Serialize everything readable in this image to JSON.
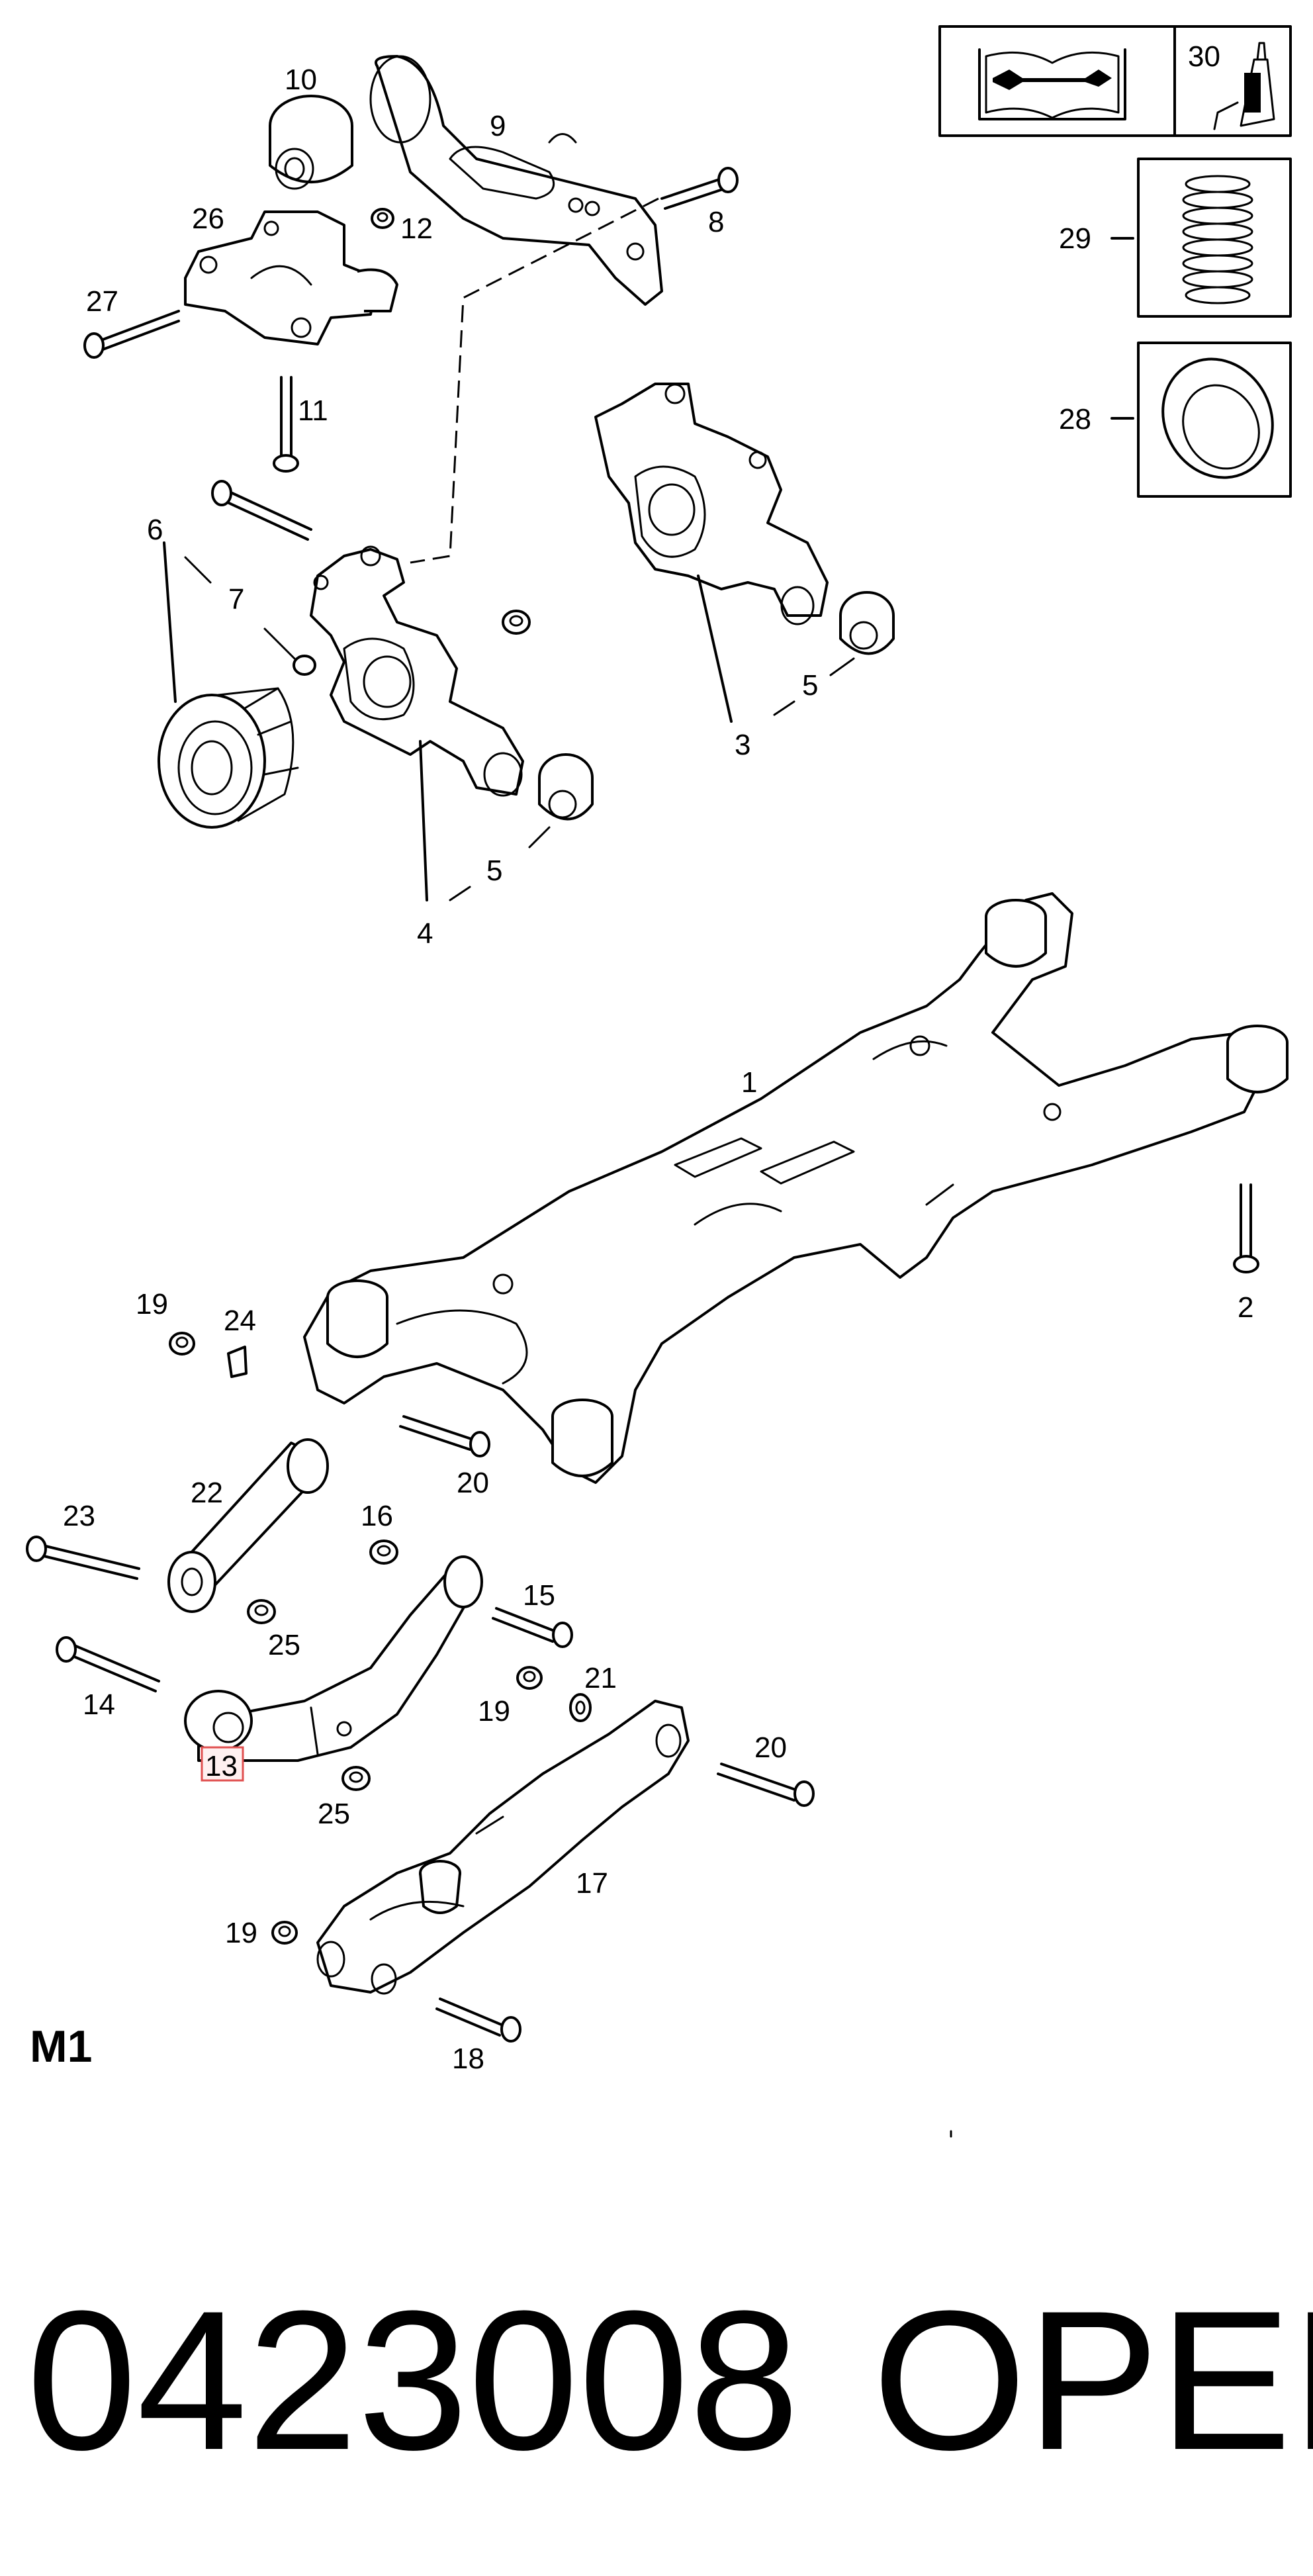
{
  "diagram": {
    "section_label": "M1",
    "part_number": "0423008",
    "brand": "OPEL",
    "highlighted_callout": "13",
    "highlight_color": "#e05050",
    "callouts": {
      "c1": "1",
      "c2": "2",
      "c3": "3",
      "c4": "4",
      "c5a": "5",
      "c5b": "5",
      "c6": "6",
      "c7": "7",
      "c8": "8",
      "c9": "9",
      "c10": "10",
      "c11": "11",
      "c12": "12",
      "c13": "13",
      "c14": "14",
      "c15": "15",
      "c16": "16",
      "c17": "17",
      "c18": "18",
      "c19a": "19",
      "c19b": "19",
      "c19c": "19",
      "c20a": "20",
      "c20b": "20",
      "c21": "21",
      "c22": "22",
      "c23": "23",
      "c24": "24",
      "c25a": "25",
      "c25b": "25",
      "c26": "26",
      "c27": "27",
      "c28": "28",
      "c29": "29",
      "c30": "30"
    },
    "legend_boxes": [
      {
        "name": "manual-and-sealant",
        "icon": "wrench-book-icon"
      },
      {
        "name": "coil-spring",
        "icon": "spring-icon"
      },
      {
        "name": "spring-seat",
        "icon": "ring-icon"
      }
    ]
  }
}
